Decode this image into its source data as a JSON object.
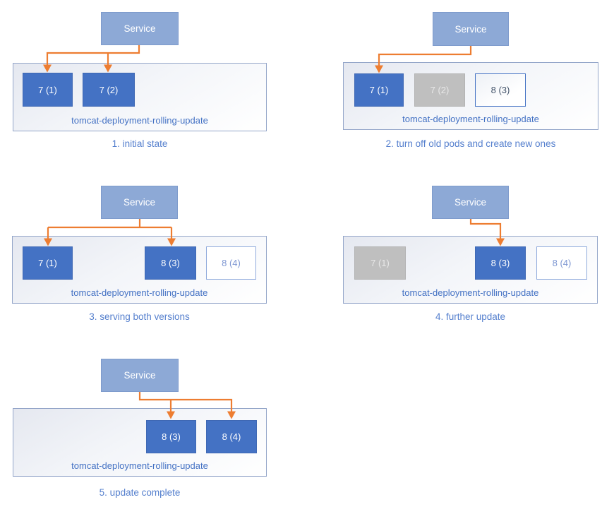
{
  "colors": {
    "pod_active_fill": "#4472c4",
    "pod_terminated_fill": "#bfbfbf",
    "pod_new_border": "#4472c4",
    "pod_pending_border": "#8faadc",
    "service_fill": "#8da9d6",
    "arrow": "#ed7d31",
    "deployment_label_text": "#4472c4",
    "caption_text": "#5680ce",
    "container_border": "#94a6c9"
  },
  "panels": [
    {
      "caption": "1. initial state",
      "service_label": "Service",
      "deployment_label": "tomcat-deployment-rolling-update",
      "pods": [
        {
          "label": "7 (1)",
          "state": "active"
        },
        {
          "label": "7 (2)",
          "state": "active"
        }
      ]
    },
    {
      "caption": "2. turn off old pods and create new ones",
      "service_label": "Service",
      "deployment_label": "tomcat-deployment-rolling-update",
      "pods": [
        {
          "label": "7 (1)",
          "state": "active"
        },
        {
          "label": "7 (2)",
          "state": "terminated"
        },
        {
          "label": "8 (3)",
          "state": "new"
        }
      ]
    },
    {
      "caption": "3. serving both versions",
      "service_label": "Service",
      "deployment_label": "tomcat-deployment-rolling-update",
      "pods": [
        {
          "label": "7 (1)",
          "state": "active"
        },
        {
          "label": "8 (3)",
          "state": "active"
        },
        {
          "label": "8 (4)",
          "state": "pending"
        }
      ]
    },
    {
      "caption": "4. further update",
      "service_label": "Service",
      "deployment_label": "tomcat-deployment-rolling-update",
      "pods": [
        {
          "label": "7 (1)",
          "state": "terminated"
        },
        {
          "label": "8 (3)",
          "state": "active"
        },
        {
          "label": "8 (4)",
          "state": "pending"
        }
      ]
    },
    {
      "caption": "5. update complete",
      "service_label": "Service",
      "deployment_label": "tomcat-deployment-rolling-update",
      "pods": [
        {
          "label": "8 (3)",
          "state": "active"
        },
        {
          "label": "8 (4)",
          "state": "active"
        }
      ]
    }
  ]
}
